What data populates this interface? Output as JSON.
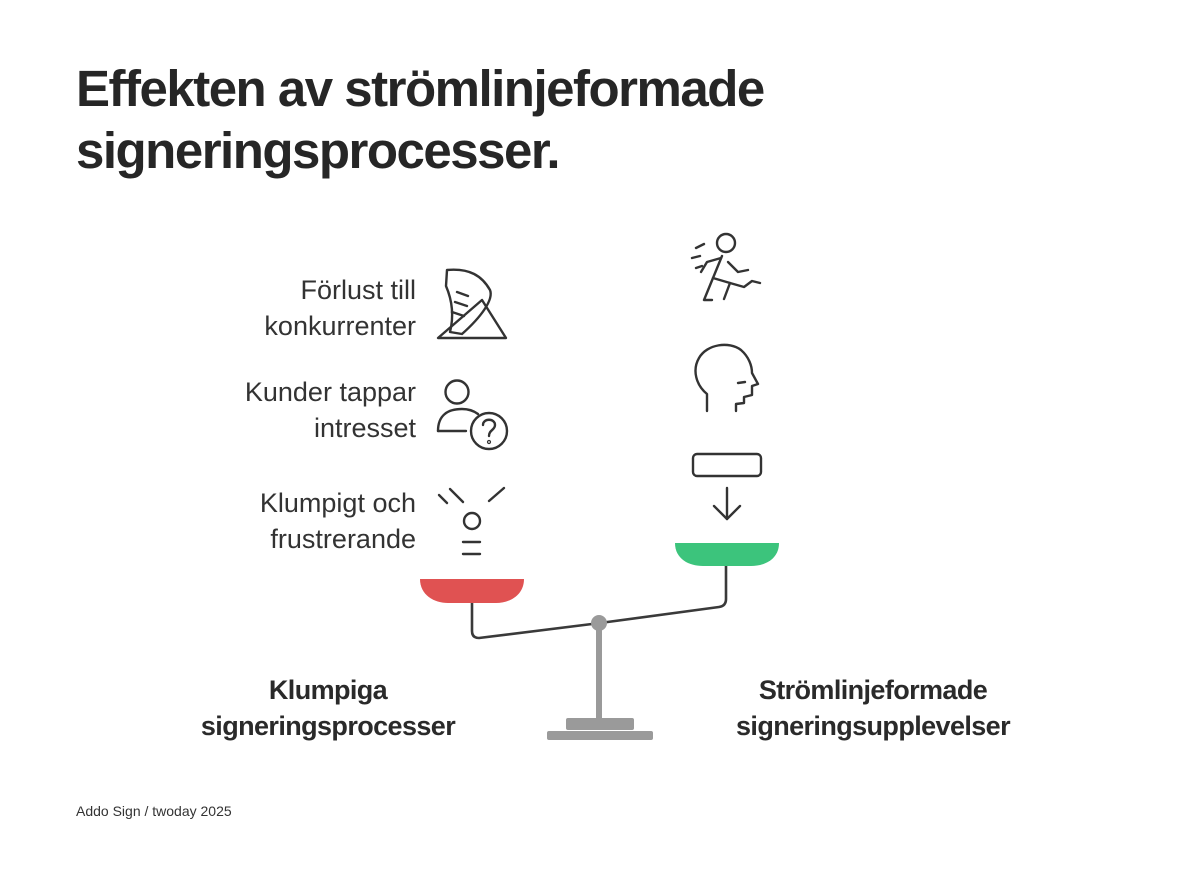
{
  "title": {
    "line1": "Effekten av strömlinjeformade",
    "line2": "signeringsprocesser."
  },
  "left": {
    "items": [
      {
        "line1": "Förlust till",
        "line2": "konkurrenter",
        "icon": "shoe-slope-icon"
      },
      {
        "line1": "Kunder tappar",
        "line2": "intresset",
        "icon": "user-question-icon"
      },
      {
        "line1": "Klumpigt och",
        "line2": "frustrerande",
        "icon": "falling-coin-icon"
      }
    ],
    "caption_line1": "Klumpiga",
    "caption_line2": "signeringsprocesser",
    "pan_color": "#e05252"
  },
  "right": {
    "icons": [
      "running-person-icon",
      "head-profile-icon",
      "rectangle-icon",
      "arrow-down-icon"
    ],
    "caption_line1": "Strömlinjeformade",
    "caption_line2": "signeringsupplevelser",
    "pan_color": "#3cc47c"
  },
  "scale_color": "#9a9a9a",
  "footer": "Addo Sign / twoday 2025"
}
